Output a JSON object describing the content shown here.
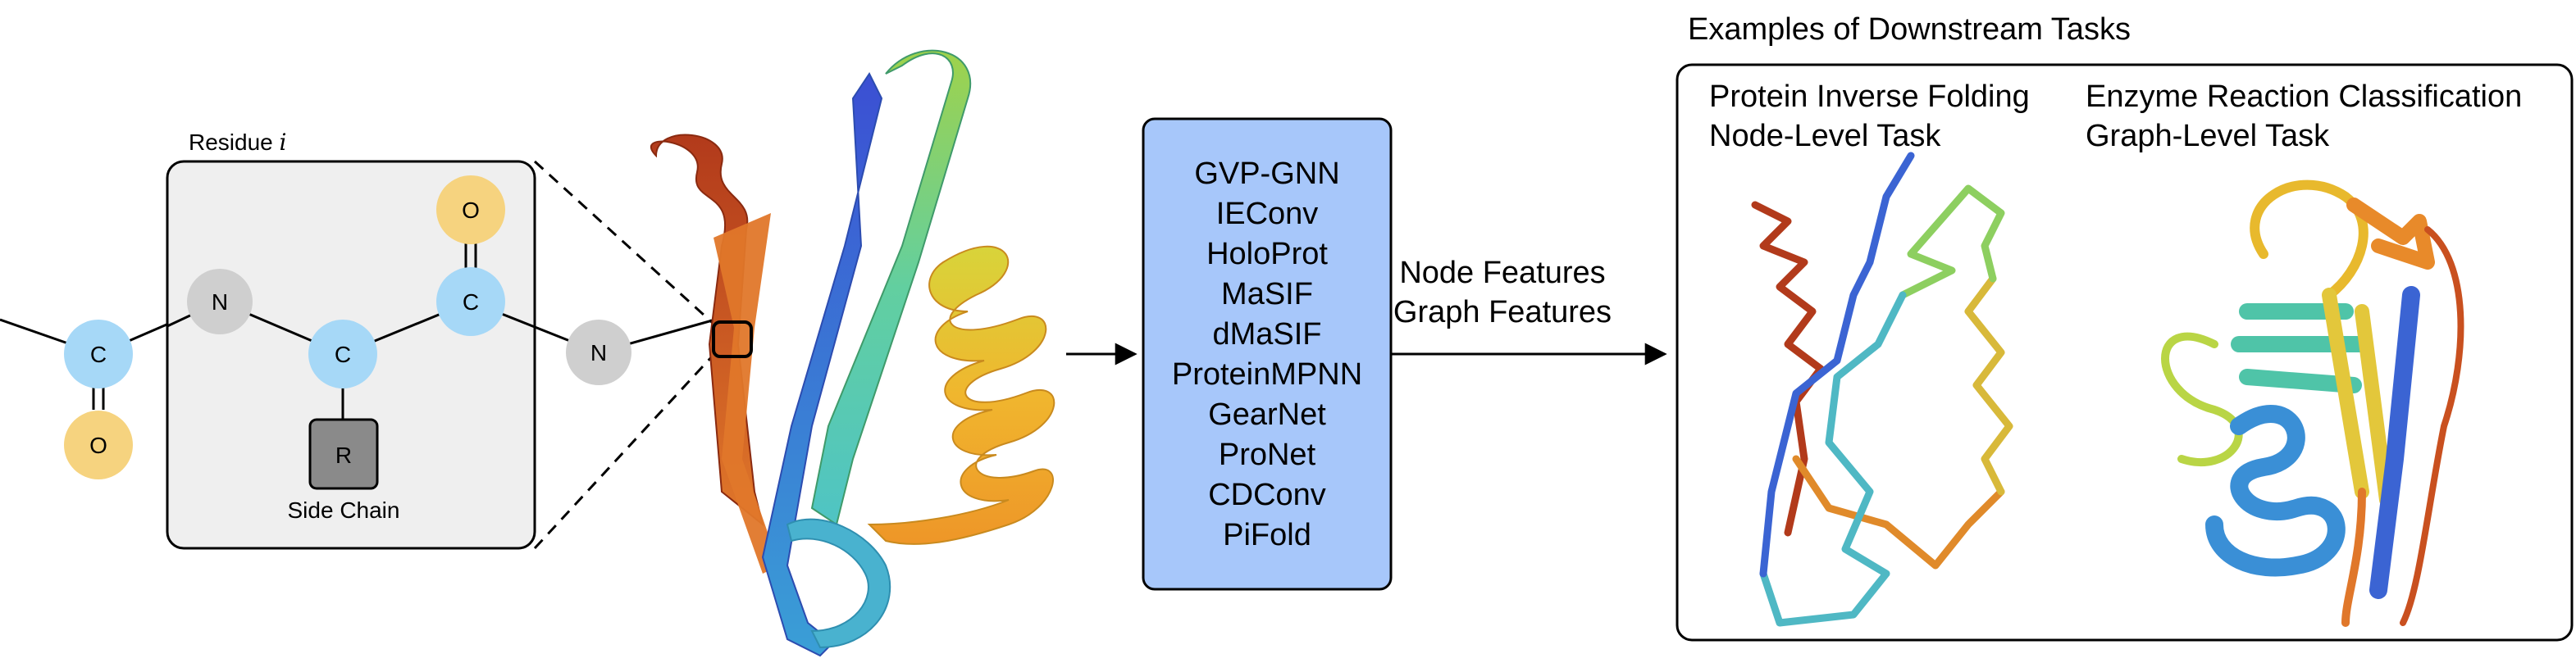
{
  "residue": {
    "label": "Residue ",
    "index": "i",
    "side_chain": "Side Chain",
    "atoms": {
      "c_left": "C",
      "o_left": "O",
      "n_left": "N",
      "c_alpha": "C",
      "r": "R",
      "c_carbonyl": "C",
      "o_top": "O",
      "n_right": "N"
    }
  },
  "models": [
    "GVP-GNN",
    "IEConv",
    "HoloProt",
    "MaSIF",
    "dMaSIF",
    "ProteinMPNN",
    "GearNet",
    "ProNet",
    "CDConv",
    "PiFold"
  ],
  "features": {
    "line1": "Node Features",
    "line2": "Graph Features"
  },
  "tasks": {
    "title": "Examples of Downstream Tasks",
    "left_title": "Protein Inverse Folding",
    "left_subtitle": "Node-Level Task",
    "right_title": "Enzyme Reaction Classification",
    "right_subtitle": "Graph-Level Task"
  },
  "colors": {
    "carbon": "#a6d8f7",
    "oxygen": "#f6d37f",
    "nitrogen": "#cfcfcf",
    "side_chain": "#8a8a8a",
    "residue_panel": "#efefef",
    "model_box": "#a7c7fa",
    "ribbon_spectrum": [
      "#b23a1b",
      "#e0772a",
      "#e8b92d",
      "#b9d545",
      "#6fcf94",
      "#3aa7c6",
      "#3b64d3"
    ]
  }
}
